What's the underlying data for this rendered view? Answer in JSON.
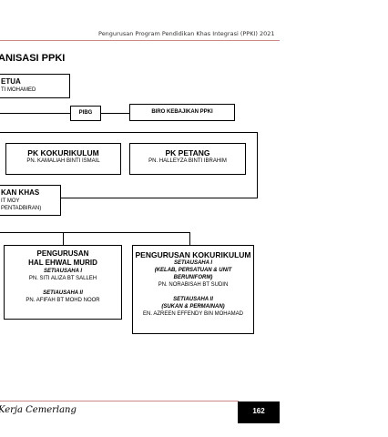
{
  "header": {
    "title": "Pengurusan Program Pendidikan Khas Integrasi (PPKI) 2021"
  },
  "section_title": "ANISASI PPKI",
  "ketua": {
    "title": "ETUA",
    "name": "TI MOHAMED"
  },
  "pibg": "PIBG",
  "biro": "BIRO KEBAJIKAN PPKI",
  "pk_kokurikulum": {
    "title": "PK KOKURIKULUM",
    "name": "PN. KAMALIAH BINTI ISMAIL"
  },
  "pk_petang": {
    "title": "PK PETANG",
    "name": "PN. HALLEYZA BINTI IBRAHIM"
  },
  "penyelaras": {
    "title": "KAN KHAS",
    "line1": "IT MOY",
    "line2": "PENTADBIRAN)"
  },
  "hem": {
    "title1": "PENGURUSAN",
    "title2": "HAL EHWAL MURID",
    "sec1_label": "SETIAUSAHA I",
    "sec1_name": "PN. SITI ALIZA BT SALLEH",
    "sec2_label": "SETIAUSAHA II",
    "sec2_name": "PN. AFIFAH BT MOHD NOOR"
  },
  "koko": {
    "title": "PENGURUSAN KOKURIKULUM",
    "sec1_label": "SETIAUSAHA I",
    "sec1_desc1": "(KELAB, PERSATUAN & UNIT",
    "sec1_desc2": "BERUNIFORM)",
    "sec1_name": "PN. NORABISAH BT SUDIN",
    "sec2_label": "SETIAUSAHA II",
    "sec2_desc": "(SUKAN & PERMAINAN)",
    "sec2_name": "EN. AZREEN EFFENDY BIN MOHAMAD"
  },
  "footer": {
    "signature": "Kerja Cemerlang",
    "page_number": "162"
  }
}
